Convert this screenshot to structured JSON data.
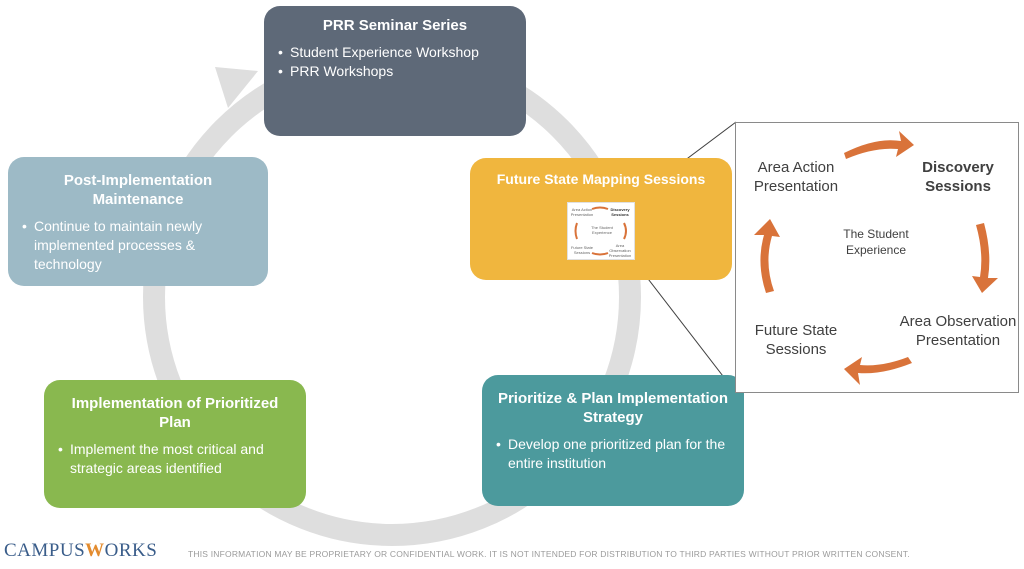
{
  "seminar": {
    "title": "PRR Seminar Series",
    "bullets": [
      "Student Experience Workshop",
      "PRR Workshops"
    ],
    "color": "#5e6978"
  },
  "future_state": {
    "title": "Future State Mapping Sessions",
    "color": "#f0b63e",
    "thumbnail": {
      "area_action": "Area Action Presentation",
      "discovery": "Discovery Sessions",
      "center": "The Student Experience",
      "future_state": "Future State Sessions",
      "area_observation": "Area Observation Presentation"
    }
  },
  "prioritize": {
    "title": "Prioritize & Plan Implementation Strategy",
    "bullets": [
      "Develop one prioritized plan for the entire institution"
    ],
    "color": "#4c9a9d"
  },
  "implementation": {
    "title": "Implementation of Prioritized Plan",
    "bullets": [
      "Implement the most critical and strategic areas identified"
    ],
    "color": "#89b84f"
  },
  "post_implementation": {
    "title": "Post-Implementation Maintenance",
    "bullets": [
      "Continue to maintain newly implemented processes & technology"
    ],
    "color": "#9dbac6"
  },
  "zoom": {
    "area_action": "Area Action Presentation",
    "discovery": "Discovery Sessions",
    "center": "The Student Experience",
    "area_observation": "Area Observation Presentation",
    "future_state": "Future State Sessions",
    "arrow_color": "#d9733a"
  },
  "footer": {
    "logo_part1": "CAMPUS",
    "logo_o": "W",
    "logo_part2": "ORKS",
    "notice": "THIS INFORMATION MAY BE PROPRIETARY OR CONFIDENTIAL WORK.  IT IS NOT INTENDED FOR DISTRIBUTION TO THIRD PARTIES WITHOUT PRIOR WRITTEN CONSENT."
  }
}
